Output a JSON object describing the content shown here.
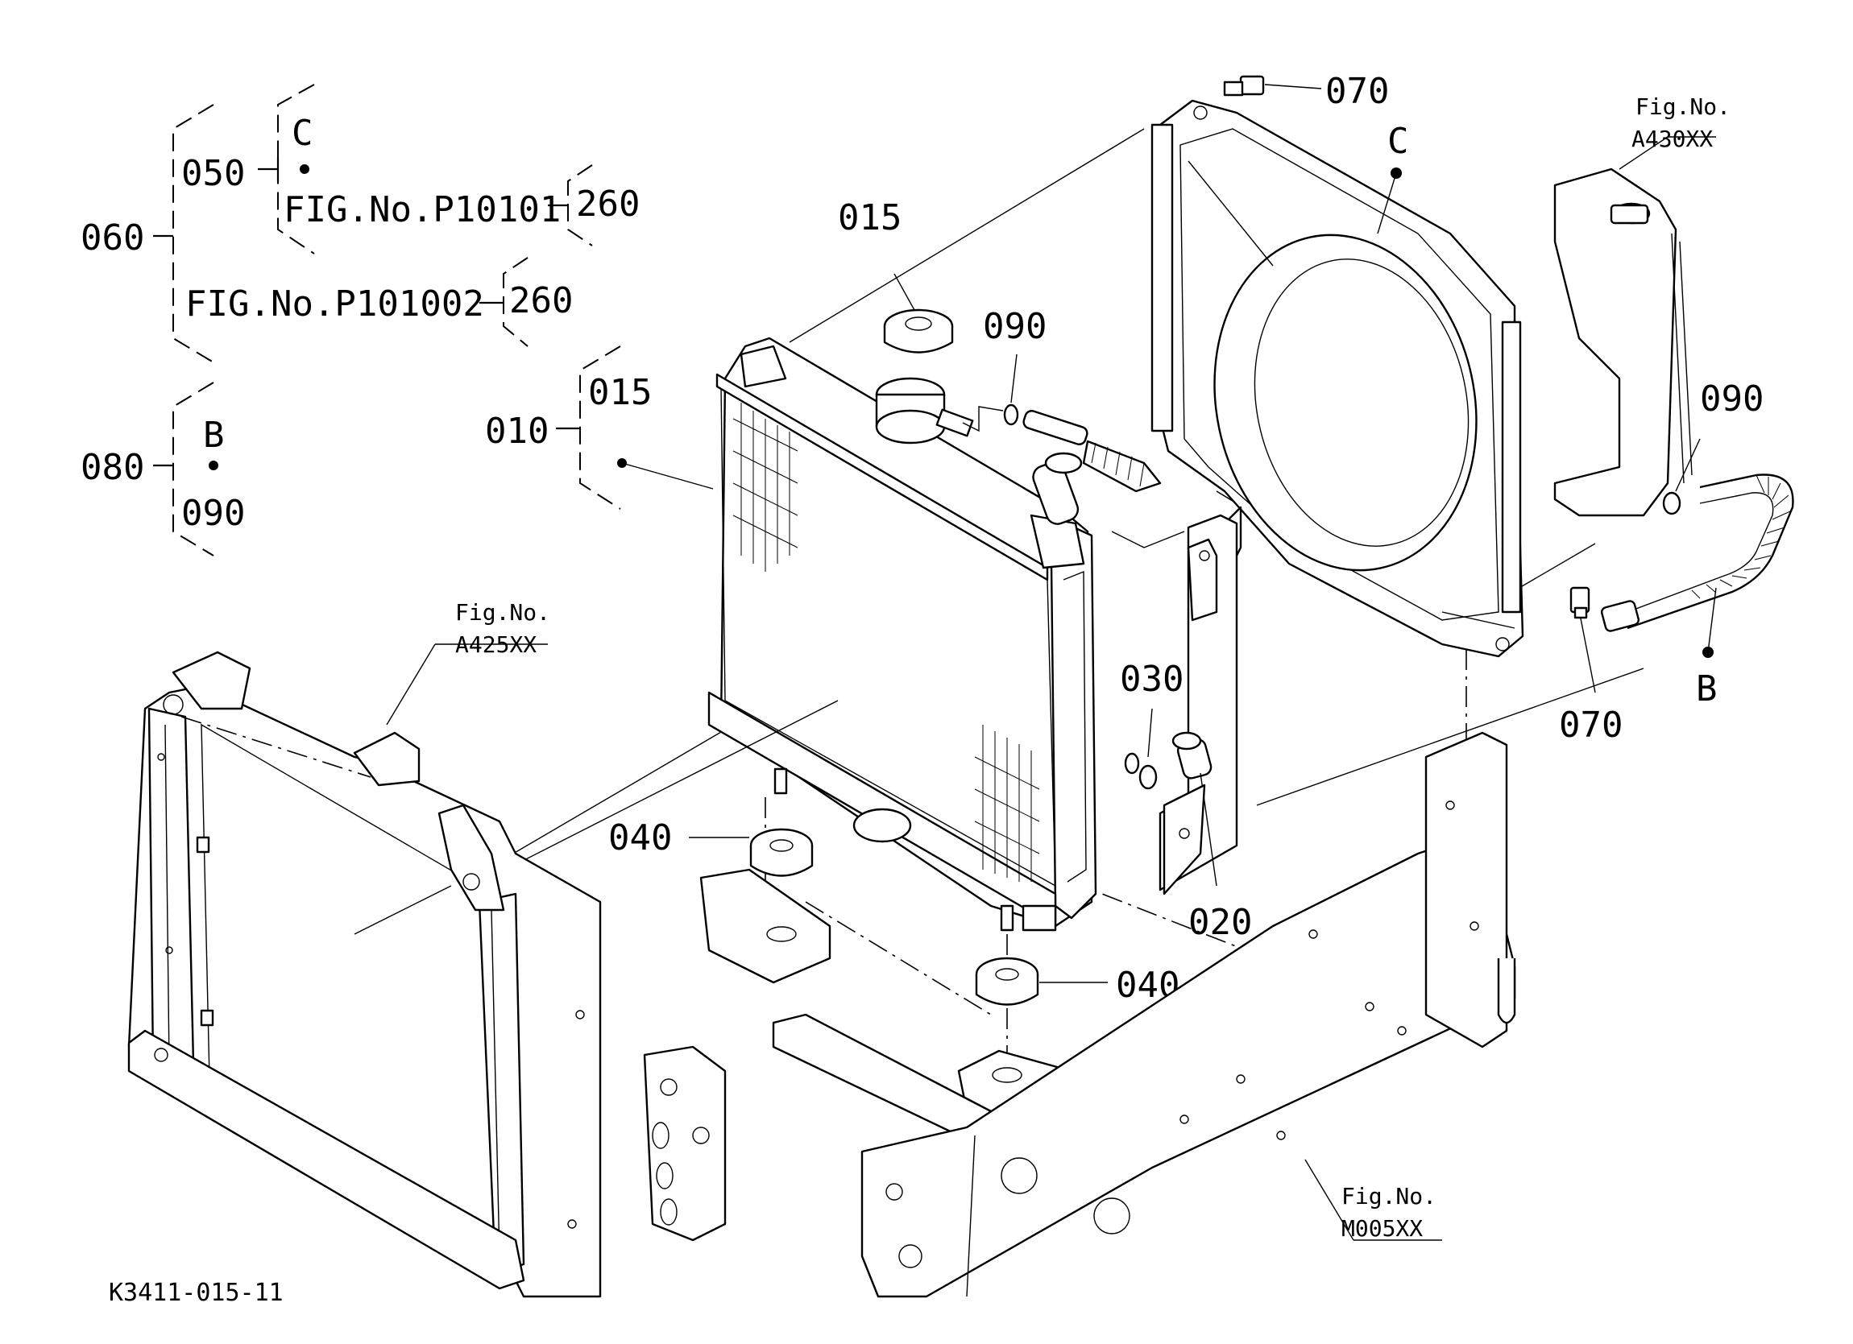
{
  "tree": {
    "g060": {
      "root": "060",
      "upper": "050",
      "upper_ref": "C",
      "fig_a": "FIG.No.P10101",
      "fig_a_sub": "260",
      "fig_b": "FIG.No.P101002",
      "fig_b_sub": "260"
    },
    "g080": {
      "root": "080",
      "ref": "B",
      "child": "090"
    },
    "g010": {
      "root": "010",
      "child": "015"
    }
  },
  "callouts": {
    "c015": "015",
    "c090_top": "090",
    "c070_top": "070",
    "c_C": "C",
    "fig_A430_line1": "Fig.No.",
    "fig_A430_line2": "A430XX",
    "c090_right": "090",
    "c_B": "B",
    "c070_right": "070",
    "c030": "030",
    "c020": "020",
    "c040_left": "040",
    "c040_bottom": "040",
    "fig_A425_line1": "Fig.No.",
    "fig_A425_line2": "A425XX",
    "fig_M005_line1": "Fig.No.",
    "fig_M005_line2": "M005XX"
  },
  "drawing_code": "K3411-015-11",
  "colors": {
    "ink": "#000000",
    "paper": "#ffffff"
  }
}
